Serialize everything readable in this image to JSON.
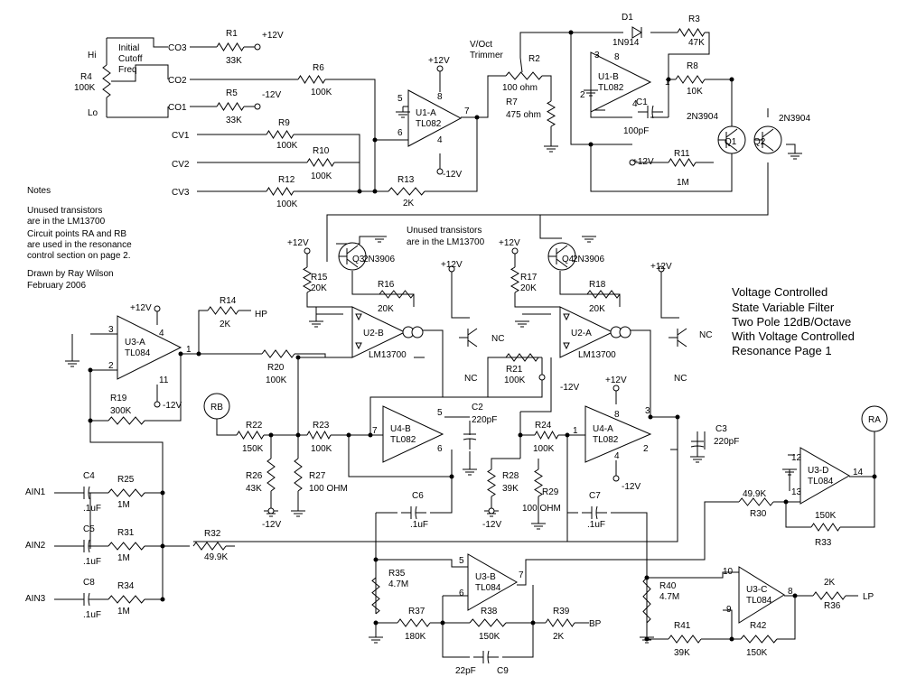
{
  "title": {
    "line1": "Voltage Controlled",
    "line2": "State Variable Filter",
    "line3": "Two Pole 12dB/Octave",
    "line4": "With Voltage Controlled",
    "line5": "Resonance Page 1"
  },
  "notes": {
    "heading": "Notes",
    "l1": "Unused transistors",
    "l2": "are in the LM13700",
    "l3": "Circuit points RA and RB",
    "l4": "are used in the resonance",
    "l5": "control section on page 2.",
    "l6": "Drawn by Ray Wilson",
    "l7": "February 2006"
  },
  "unused_note": {
    "l1": "Unused transistors",
    "l2": "are in the LM13700"
  },
  "cutoff": {
    "l1": "Initial",
    "l2": "Cutoff",
    "l3": "Freq",
    "hi": "Hi",
    "lo": "Lo"
  },
  "voct": {
    "l1": "V/Oct",
    "l2": "Trimmer"
  },
  "signals": {
    "co3": "CO3",
    "co2": "CO2",
    "co1": "CO1",
    "cv1": "CV1",
    "cv2": "CV2",
    "cv3": "CV3",
    "ain1": "AIN1",
    "ain2": "AIN2",
    "ain3": "AIN3",
    "hp": "HP",
    "bp": "BP",
    "lp": "LP",
    "ra": "RA",
    "rb": "RB",
    "nc": "NC",
    "p12": "+12V",
    "m12": "-12V"
  },
  "parts": {
    "R1": {
      "ref": "R1",
      "val": "33K"
    },
    "R2": {
      "ref": "R2",
      "val": "100 ohm"
    },
    "R3": {
      "ref": "R3",
      "val": "47K"
    },
    "R4": {
      "ref": "R4",
      "val": "100K"
    },
    "R5": {
      "ref": "R5",
      "val": "33K"
    },
    "R6": {
      "ref": "R6",
      "val": "100K"
    },
    "R7": {
      "ref": "R7",
      "val": "475 ohm"
    },
    "R8": {
      "ref": "R8",
      "val": "10K"
    },
    "R9": {
      "ref": "R9",
      "val": "100K"
    },
    "R10": {
      "ref": "R10",
      "val": "100K"
    },
    "R11": {
      "ref": "R11",
      "val": "1M"
    },
    "R12": {
      "ref": "R12",
      "val": "100K"
    },
    "R13": {
      "ref": "R13",
      "val": "2K"
    },
    "R14": {
      "ref": "R14",
      "val": "2K"
    },
    "R15": {
      "ref": "R15",
      "val": "20K"
    },
    "R16": {
      "ref": "R16",
      "val": "20K"
    },
    "R17": {
      "ref": "R17",
      "val": "20K"
    },
    "R18": {
      "ref": "R18",
      "val": "20K"
    },
    "R19": {
      "ref": "R19",
      "val": "300K"
    },
    "R20": {
      "ref": "R20",
      "val": "100K"
    },
    "R21": {
      "ref": "R21",
      "val": "100K"
    },
    "R22": {
      "ref": "R22",
      "val": "150K"
    },
    "R23": {
      "ref": "R23",
      "val": "100K"
    },
    "R24": {
      "ref": "R24",
      "val": "100K"
    },
    "R25": {
      "ref": "R25",
      "val": "1M"
    },
    "R26": {
      "ref": "R26",
      "val": "43K"
    },
    "R27": {
      "ref": "R27",
      "val": "100 OHM"
    },
    "R28": {
      "ref": "R28",
      "val": "39K"
    },
    "R29": {
      "ref": "R29",
      "val": "100 OHM"
    },
    "R30": {
      "ref": "R30",
      "val": "49.9K"
    },
    "R31": {
      "ref": "R31",
      "val": "1M"
    },
    "R32": {
      "ref": "R32",
      "val": "49.9K"
    },
    "R33": {
      "ref": "R33",
      "val": "150K"
    },
    "R34": {
      "ref": "R34",
      "val": "1M"
    },
    "R35": {
      "ref": "R35",
      "val": "4.7M"
    },
    "R36": {
      "ref": "R36",
      "val": "2K"
    },
    "R37": {
      "ref": "R37",
      "val": "180K"
    },
    "R38": {
      "ref": "R38",
      "val": "150K"
    },
    "R39": {
      "ref": "R39",
      "val": "2K"
    },
    "R40": {
      "ref": "R40",
      "val": "4.7M"
    },
    "R41": {
      "ref": "R41",
      "val": "39K"
    },
    "R42": {
      "ref": "R42",
      "val": "150K"
    },
    "C1": {
      "ref": "C1",
      "val": "100pF"
    },
    "C2": {
      "ref": "C2",
      "val": "220pF"
    },
    "C3": {
      "ref": "C3",
      "val": "220pF"
    },
    "C4": {
      "ref": "C4",
      "val": ".1uF"
    },
    "C5": {
      "ref": "C5",
      "val": ".1uF"
    },
    "C6": {
      "ref": "C6",
      "val": ".1uF"
    },
    "C7": {
      "ref": "C7",
      "val": ".1uF"
    },
    "C8": {
      "ref": "C8",
      "val": ".1uF"
    },
    "C9": {
      "ref": "C9",
      "val": "22pF"
    },
    "D1": {
      "ref": "D1",
      "val": "1N914"
    },
    "Q1": {
      "ref": "Q1",
      "val": "2N3904"
    },
    "Q2": {
      "ref": "Q2",
      "val": "2N3904"
    },
    "Q3": {
      "ref": "Q3",
      "val": "2N3906"
    },
    "Q4": {
      "ref": "Q4",
      "val": "2N3906"
    },
    "U1A": {
      "ref": "U1-A",
      "val": "TL082"
    },
    "U1B": {
      "ref": "U1-B",
      "val": "TL082"
    },
    "U2A": {
      "ref": "U2-A",
      "val": "LM13700"
    },
    "U2B": {
      "ref": "U2-B",
      "val": "LM13700"
    },
    "U3A": {
      "ref": "U3-A",
      "val": "TL084"
    },
    "U3B": {
      "ref": "U3-B",
      "val": "TL084"
    },
    "U3C": {
      "ref": "U3-C",
      "val": "TL084"
    },
    "U3D": {
      "ref": "U3-D",
      "val": "TL084"
    },
    "U4A": {
      "ref": "U4-A",
      "val": "TL082"
    },
    "U4B": {
      "ref": "U4-B",
      "val": "TL082"
    }
  }
}
